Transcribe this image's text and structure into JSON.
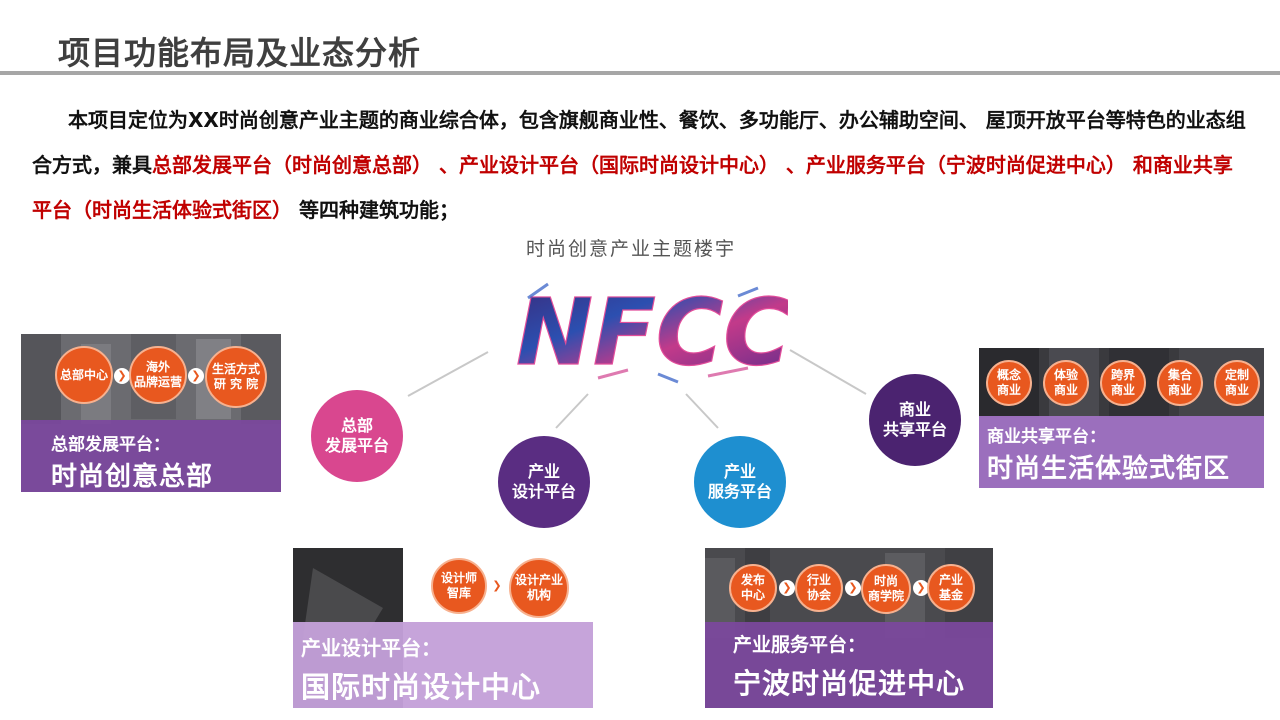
{
  "header": {
    "title": "项目功能布局及业态分析"
  },
  "intro": {
    "p1": "本项目定位为XX时尚创意产业主题的商业综合体，包含旗舰商业性、餐饮、多功能厅、办公辅助空间、 屋顶开放平台等特色的业态组合方式，兼具",
    "p2_red": "总部发展平台（时尚创意总部） 、产业设计平台（国际时尚设计中心） 、产业服务平台（宁波时尚促进中心） 和商业共享平台（时尚生活体验式街区）",
    "p3": " 等四种建筑功能；"
  },
  "hub": {
    "label": "时尚创意产业主题楼宇",
    "logo_text": "NFCC"
  },
  "circles": {
    "hq": "总部\n发展平台",
    "design": "产业\n设计平台",
    "service": "产业\n服务平台",
    "commerce": "商业\n共享平台"
  },
  "cards": {
    "hq": {
      "nodes": [
        "总部中心",
        "海外\n品牌运营",
        "生活方式\n研 究 院"
      ],
      "sub": "总部发展平台：",
      "main": "时尚创意总部"
    },
    "commerce": {
      "nodes": [
        "概念\n商业",
        "体验\n商业",
        "跨界\n商业",
        "集合\n商业",
        "定制\n商业"
      ],
      "sub": "商业共享平台：",
      "main": "时尚生活体验式街区"
    },
    "design": {
      "nodes": [
        "设计师\n智库",
        "设计产业\n机构"
      ],
      "sub": "产业设计平台：",
      "main": "国际时尚设计中心"
    },
    "service": {
      "nodes": [
        "发布\n中心",
        "行业\n协会",
        "时尚\n商学院",
        "产业\n基金"
      ],
      "sub": "产业服务平台：",
      "main": "宁波时尚促进中心"
    }
  },
  "colors": {
    "hq_circle": "#d9478f",
    "design_circle": "#5a2d82",
    "service_circle": "#1e8fd0",
    "commerce_circle": "#4b2370",
    "node_orange": "#e8581f",
    "band_purple": "#7c489e",
    "highlight_red": "#c00000"
  }
}
